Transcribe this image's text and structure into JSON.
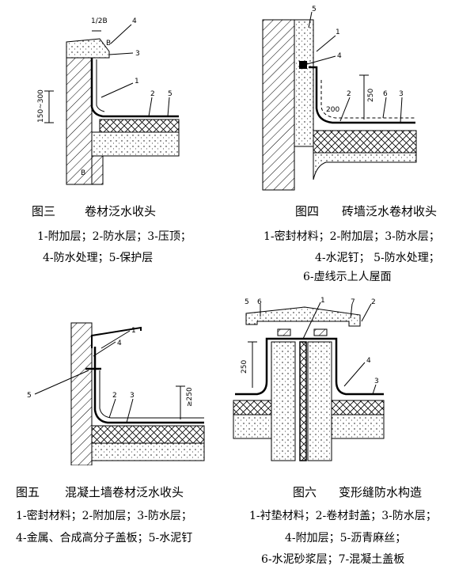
{
  "figures": [
    {
      "id": "fig3",
      "caption_num": "图三",
      "caption_title": "卷材泛水收头",
      "lines": [
        "1-附加层；2-防水层；3-压顶；",
        "4-防水处理；5-保护层"
      ],
      "callouts": [
        "1",
        "2",
        "3",
        "4",
        "5"
      ],
      "dims": [
        "150~300",
        "B",
        "B",
        "1/2B"
      ]
    },
    {
      "id": "fig4",
      "caption_num": "图四",
      "caption_title": "砖墙泛水卷材收头",
      "lines": [
        "1-密封材料；2-附加层；3-防水层；",
        "4-水泥钉；  5-防水处理；",
        "6-虚线示上人屋面"
      ],
      "callouts": [
        "1",
        "2",
        "3",
        "4",
        "5",
        "6"
      ],
      "dims": [
        "250",
        "200"
      ]
    },
    {
      "id": "fig5",
      "caption_num": "图五",
      "caption_title": "混凝土墙卷材泛水收头",
      "lines": [
        "1-密封材料；2-附加层；3-防水层；",
        "4-金属、合成高分子盖板；5-水泥钉"
      ],
      "callouts": [
        "1",
        "2",
        "3",
        "4",
        "5"
      ],
      "dims": [
        "≥250"
      ]
    },
    {
      "id": "fig6",
      "caption_num": "图六",
      "caption_title": "变形缝防水构造",
      "lines": [
        "1-衬垫材料；2-卷材封盖；3-防水层；",
        "4-附加层；5-沥青麻丝；",
        "6-水泥砂浆层；7-混凝土盖板"
      ],
      "callouts": [
        "1",
        "2",
        "3",
        "4",
        "5",
        "6",
        "7"
      ],
      "dims": [
        "250"
      ]
    }
  ]
}
